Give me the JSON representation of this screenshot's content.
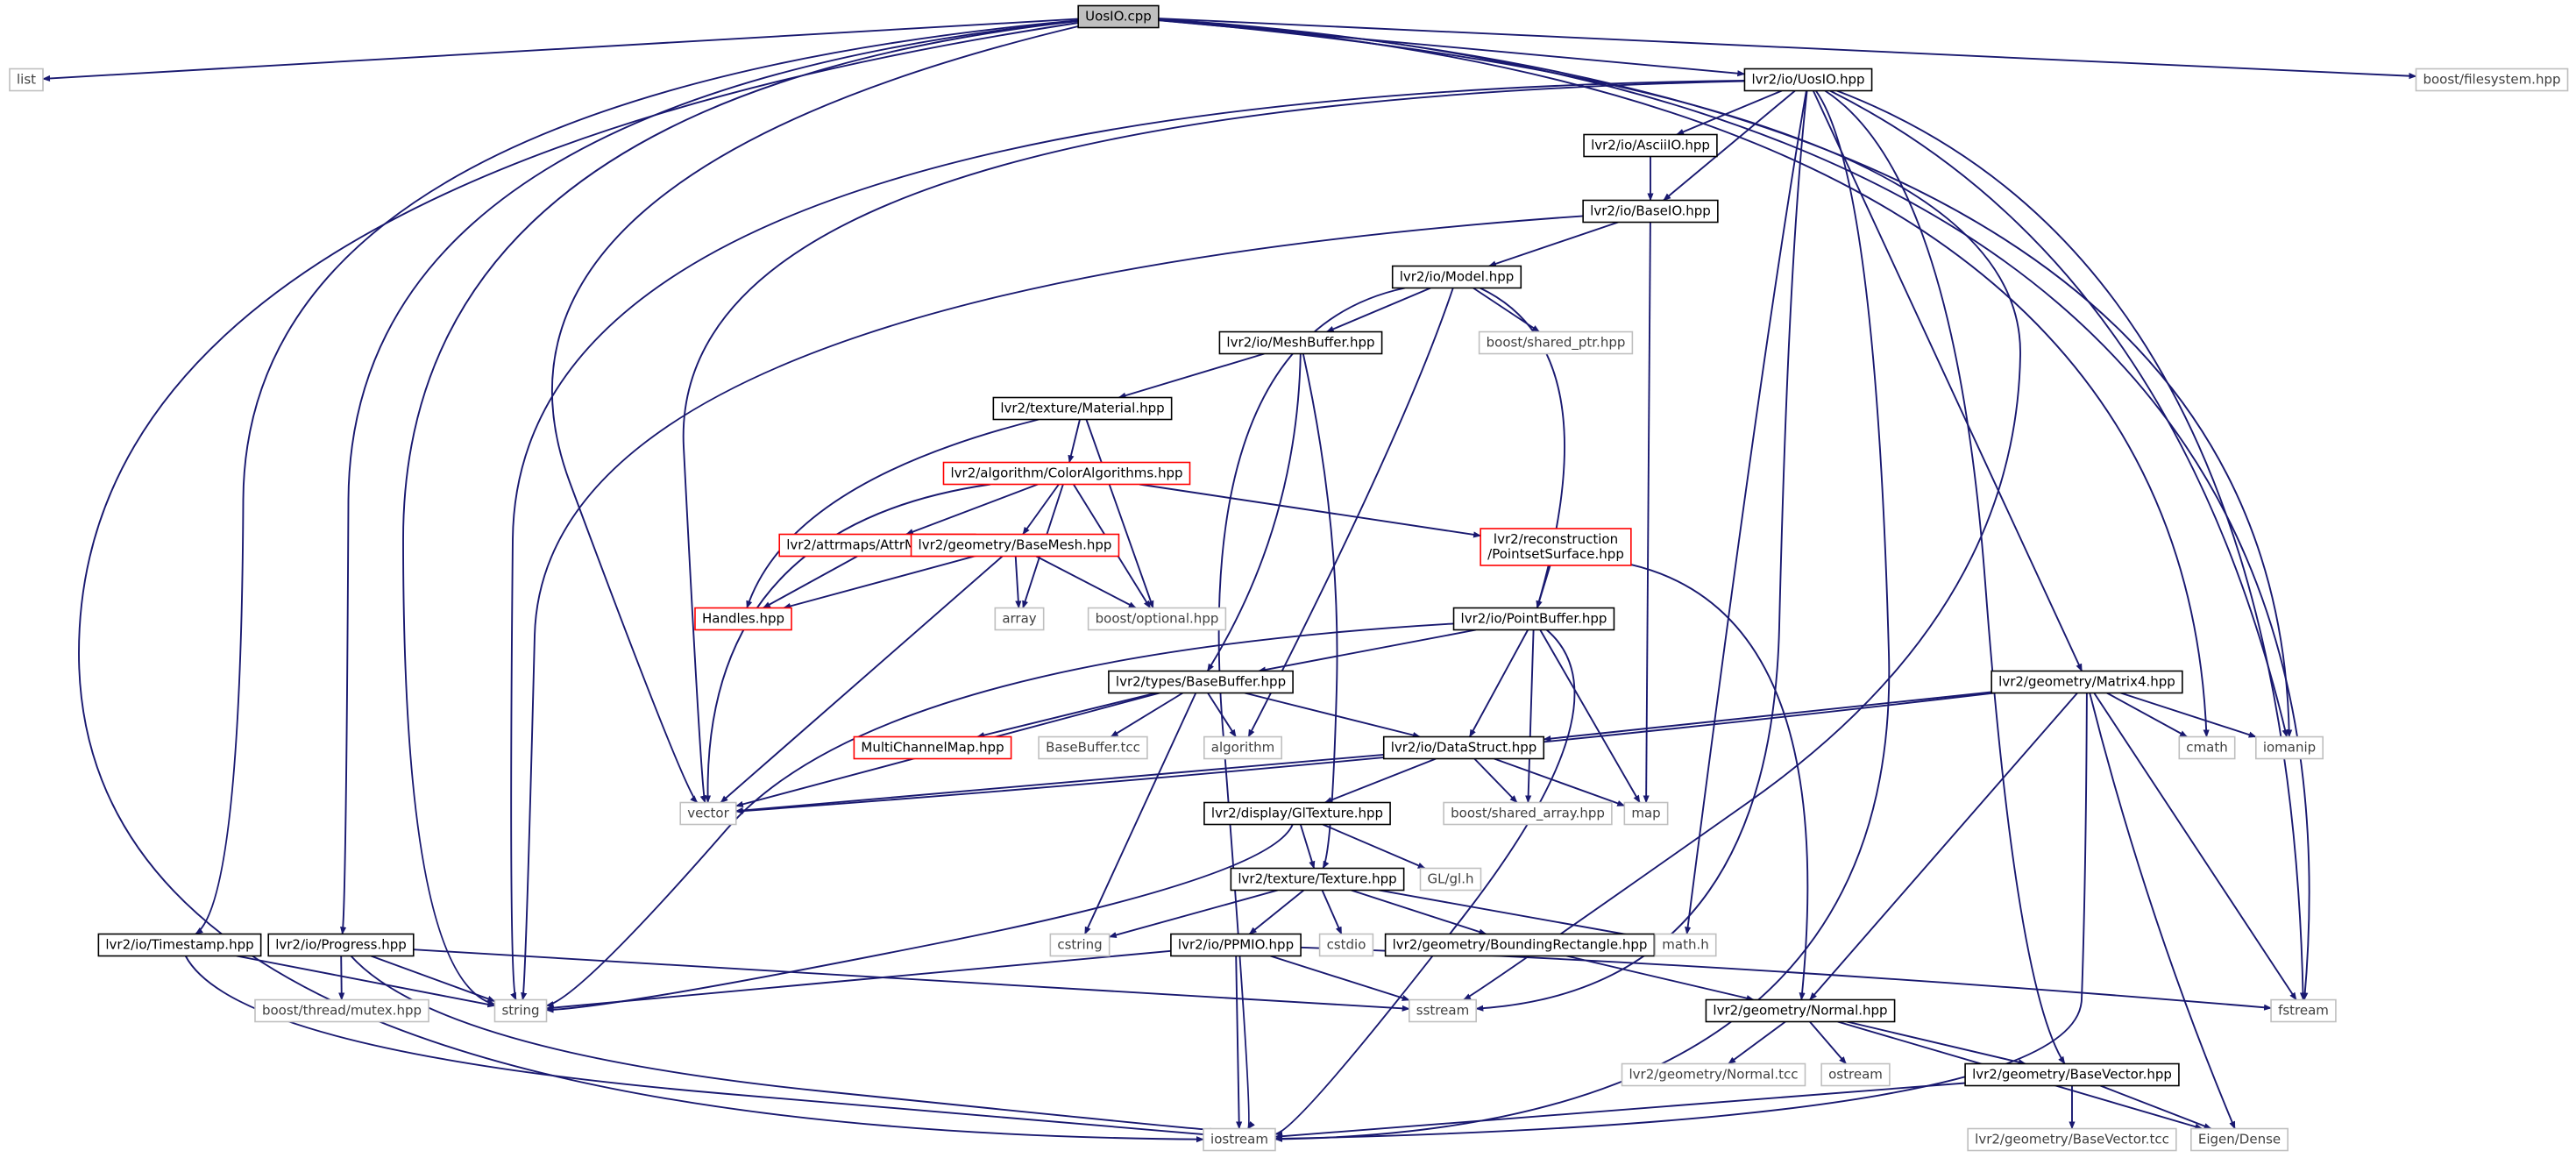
{
  "colors": {
    "edge": "#191970",
    "root_fill": "#bfbfbf",
    "root_border": "#000000",
    "node_border": "#000000",
    "missing_border": "#ff0000",
    "system_border": "#bfbfbf",
    "background": "#ffffff"
  },
  "nodes": [
    {
      "id": "root",
      "label": "UosIO.cpp",
      "kind": "root"
    },
    {
      "id": "list",
      "label": "list",
      "kind": "system"
    },
    {
      "id": "lvr2_io_UosIO_hpp",
      "label": "lvr2/io/UosIO.hpp",
      "kind": "normal"
    },
    {
      "id": "boost_filesystem",
      "label": "boost/filesystem.hpp",
      "kind": "system"
    },
    {
      "id": "asciiio",
      "label": "lvr2/io/AsciiIO.hpp",
      "kind": "normal"
    },
    {
      "id": "baseio",
      "label": "lvr2/io/BaseIO.hpp",
      "kind": "normal"
    },
    {
      "id": "model",
      "label": "lvr2/io/Model.hpp",
      "kind": "normal"
    },
    {
      "id": "meshbuffer",
      "label": "lvr2/io/MeshBuffer.hpp",
      "kind": "normal"
    },
    {
      "id": "shared_ptr",
      "label": "boost/shared_ptr.hpp",
      "kind": "system"
    },
    {
      "id": "material",
      "label": "lvr2/texture/Material.hpp",
      "kind": "normal"
    },
    {
      "id": "coloralg",
      "label": "lvr2/algorithm/ColorAlgorithms.hpp",
      "kind": "missing"
    },
    {
      "id": "attrmaps",
      "label": "lvr2/attrmaps/AttrMaps.hpp",
      "kind": "missing"
    },
    {
      "id": "basemesh",
      "label": "lvr2/geometry/BaseMesh.hpp",
      "kind": "missing"
    },
    {
      "id": "pointset",
      "label": "lvr2/reconstruction\n/PointsetSurface.hpp",
      "kind": "missing"
    },
    {
      "id": "handles",
      "label": "Handles.hpp",
      "kind": "missing"
    },
    {
      "id": "array",
      "label": "array",
      "kind": "system"
    },
    {
      "id": "optional",
      "label": "boost/optional.hpp",
      "kind": "system"
    },
    {
      "id": "pointbuffer",
      "label": "lvr2/io/PointBuffer.hpp",
      "kind": "normal"
    },
    {
      "id": "basebuffer",
      "label": "lvr2/types/BaseBuffer.hpp",
      "kind": "normal"
    },
    {
      "id": "matrix4",
      "label": "lvr2/geometry/Matrix4.hpp",
      "kind": "normal"
    },
    {
      "id": "multichannel",
      "label": "MultiChannelMap.hpp",
      "kind": "missing"
    },
    {
      "id": "basebuffer_tcc",
      "label": "BaseBuffer.tcc",
      "kind": "system"
    },
    {
      "id": "algorithm",
      "label": "algorithm",
      "kind": "system"
    },
    {
      "id": "datastruct",
      "label": "lvr2/io/DataStruct.hpp",
      "kind": "normal"
    },
    {
      "id": "cmath",
      "label": "cmath",
      "kind": "system"
    },
    {
      "id": "iomanip",
      "label": "iomanip",
      "kind": "system"
    },
    {
      "id": "vector",
      "label": "vector",
      "kind": "system"
    },
    {
      "id": "gltexture",
      "label": "lvr2/display/GlTexture.hpp",
      "kind": "normal"
    },
    {
      "id": "shared_array",
      "label": "boost/shared_array.hpp",
      "kind": "system"
    },
    {
      "id": "map",
      "label": "map",
      "kind": "system"
    },
    {
      "id": "glh",
      "label": "GL/gl.h",
      "kind": "system"
    },
    {
      "id": "texture",
      "label": "lvr2/texture/Texture.hpp",
      "kind": "normal"
    },
    {
      "id": "timestamp",
      "label": "lvr2/io/Timestamp.hpp",
      "kind": "normal"
    },
    {
      "id": "progress",
      "label": "lvr2/io/Progress.hpp",
      "kind": "normal"
    },
    {
      "id": "cstring",
      "label": "cstring",
      "kind": "system"
    },
    {
      "id": "ppmio",
      "label": "lvr2/io/PPMIO.hpp",
      "kind": "normal"
    },
    {
      "id": "cstdio",
      "label": "cstdio",
      "kind": "system"
    },
    {
      "id": "boundingrect",
      "label": "lvr2/geometry/BoundingRectangle.hpp",
      "kind": "normal"
    },
    {
      "id": "mathh",
      "label": "math.h",
      "kind": "system"
    },
    {
      "id": "mutex",
      "label": "boost/thread/mutex.hpp",
      "kind": "system"
    },
    {
      "id": "string",
      "label": "string",
      "kind": "system"
    },
    {
      "id": "sstream",
      "label": "sstream",
      "kind": "system"
    },
    {
      "id": "normal",
      "label": "lvr2/geometry/Normal.hpp",
      "kind": "normal"
    },
    {
      "id": "fstream",
      "label": "fstream",
      "kind": "system"
    },
    {
      "id": "normal_tcc",
      "label": "lvr2/geometry/Normal.tcc",
      "kind": "system"
    },
    {
      "id": "ostream",
      "label": "ostream",
      "kind": "system"
    },
    {
      "id": "basevector",
      "label": "lvr2/geometry/BaseVector.hpp",
      "kind": "normal"
    },
    {
      "id": "iostream",
      "label": "iostream",
      "kind": "system"
    },
    {
      "id": "basevector_tcc",
      "label": "lvr2/geometry/BaseVector.tcc",
      "kind": "system"
    },
    {
      "id": "eigen",
      "label": "Eigen/Dense",
      "kind": "system"
    }
  ],
  "edges": [
    [
      "root",
      "list"
    ],
    [
      "root",
      "lvr2_io_UosIO_hpp"
    ],
    [
      "root",
      "boost_filesystem"
    ],
    [
      "root",
      "iostream"
    ],
    [
      "root",
      "timestamp"
    ],
    [
      "root",
      "progress"
    ],
    [
      "root",
      "string"
    ],
    [
      "root",
      "vector"
    ],
    [
      "root",
      "sstream"
    ],
    [
      "root",
      "cmath"
    ],
    [
      "root",
      "iomanip"
    ],
    [
      "root",
      "fstream"
    ],
    [
      "lvr2_io_UosIO_hpp",
      "asciiio"
    ],
    [
      "lvr2_io_UosIO_hpp",
      "baseio"
    ],
    [
      "lvr2_io_UosIO_hpp",
      "string"
    ],
    [
      "lvr2_io_UosIO_hpp",
      "vector"
    ],
    [
      "lvr2_io_UosIO_hpp",
      "matrix4"
    ],
    [
      "lvr2_io_UosIO_hpp",
      "basevector"
    ],
    [
      "lvr2_io_UosIO_hpp",
      "iostream"
    ],
    [
      "lvr2_io_UosIO_hpp",
      "fstream"
    ],
    [
      "lvr2_io_UosIO_hpp",
      "iomanip"
    ],
    [
      "lvr2_io_UosIO_hpp",
      "sstream"
    ],
    [
      "lvr2_io_UosIO_hpp",
      "mathh"
    ],
    [
      "asciiio",
      "baseio"
    ],
    [
      "baseio",
      "model"
    ],
    [
      "baseio",
      "map"
    ],
    [
      "baseio",
      "string"
    ],
    [
      "model",
      "meshbuffer"
    ],
    [
      "model",
      "shared_ptr"
    ],
    [
      "model",
      "pointbuffer"
    ],
    [
      "model",
      "algorithm"
    ],
    [
      "model",
      "iostream"
    ],
    [
      "meshbuffer",
      "material"
    ],
    [
      "meshbuffer",
      "basebuffer"
    ],
    [
      "meshbuffer",
      "texture"
    ],
    [
      "material",
      "coloralg"
    ],
    [
      "material",
      "handles"
    ],
    [
      "material",
      "optional"
    ],
    [
      "coloralg",
      "attrmaps"
    ],
    [
      "coloralg",
      "basemesh"
    ],
    [
      "coloralg",
      "pointset"
    ],
    [
      "coloralg",
      "array"
    ],
    [
      "coloralg",
      "optional"
    ],
    [
      "coloralg",
      "vector"
    ],
    [
      "attrmaps",
      "handles"
    ],
    [
      "basemesh",
      "handles"
    ],
    [
      "basemesh",
      "array"
    ],
    [
      "basemesh",
      "optional"
    ],
    [
      "basemesh",
      "vector"
    ],
    [
      "pointset",
      "pointbuffer"
    ],
    [
      "pointset",
      "normal"
    ],
    [
      "pointbuffer",
      "basebuffer"
    ],
    [
      "pointbuffer",
      "datastruct"
    ],
    [
      "pointbuffer",
      "map"
    ],
    [
      "pointbuffer",
      "shared_array"
    ],
    [
      "pointbuffer",
      "string"
    ],
    [
      "pointbuffer",
      "iostream"
    ],
    [
      "basebuffer",
      "multichannel"
    ],
    [
      "basebuffer",
      "basebuffer_tcc"
    ],
    [
      "basebuffer",
      "algorithm"
    ],
    [
      "basebuffer",
      "datastruct"
    ],
    [
      "basebuffer",
      "vector"
    ],
    [
      "basebuffer",
      "cstring"
    ],
    [
      "matrix4",
      "datastruct"
    ],
    [
      "matrix4",
      "cmath"
    ],
    [
      "matrix4",
      "iomanip"
    ],
    [
      "matrix4",
      "vector"
    ],
    [
      "matrix4",
      "normal"
    ],
    [
      "matrix4",
      "fstream"
    ],
    [
      "matrix4",
      "eigen"
    ],
    [
      "matrix4",
      "iostream"
    ],
    [
      "datastruct",
      "gltexture"
    ],
    [
      "datastruct",
      "shared_array"
    ],
    [
      "datastruct",
      "map"
    ],
    [
      "datastruct",
      "vector"
    ],
    [
      "gltexture",
      "texture"
    ],
    [
      "gltexture",
      "glh"
    ],
    [
      "gltexture",
      "string"
    ],
    [
      "texture",
      "ppmio"
    ],
    [
      "texture",
      "boundingrect"
    ],
    [
      "texture",
      "cstring"
    ],
    [
      "texture",
      "cstdio"
    ],
    [
      "texture",
      "mathh"
    ],
    [
      "ppmio",
      "string"
    ],
    [
      "ppmio",
      "sstream"
    ],
    [
      "ppmio",
      "iostream"
    ],
    [
      "ppmio",
      "fstream"
    ],
    [
      "boundingrect",
      "normal"
    ],
    [
      "timestamp",
      "string"
    ],
    [
      "timestamp",
      "iostream"
    ],
    [
      "progress",
      "mutex"
    ],
    [
      "progress",
      "string"
    ],
    [
      "progress",
      "sstream"
    ],
    [
      "progress",
      "iostream"
    ],
    [
      "normal",
      "normal_tcc"
    ],
    [
      "normal",
      "ostream"
    ],
    [
      "normal",
      "basevector"
    ],
    [
      "normal",
      "eigen"
    ],
    [
      "basevector",
      "basevector_tcc"
    ],
    [
      "basevector",
      "eigen"
    ],
    [
      "basevector",
      "iostream"
    ]
  ]
}
